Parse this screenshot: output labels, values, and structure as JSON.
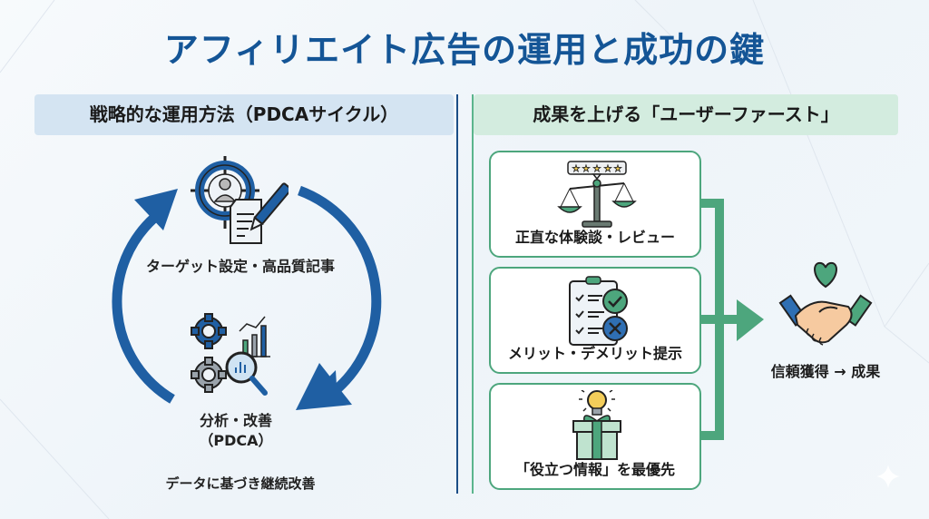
{
  "title": "アフィリエイト広告の運用と成功の鍵",
  "left_section": {
    "header": "戦略的な運用方法（PDCAサイクル）",
    "steps": [
      {
        "label": "ターゲット設定・高品質記事",
        "icon": "target-user-document-icon"
      },
      {
        "label_line1": "分析・改善",
        "label_line2": "（PDCA）",
        "icon": "gears-analytics-magnifier-icon"
      }
    ],
    "footer": "データに基づき継続改善",
    "colors": {
      "accent": "#1f5fa3",
      "header_bg": "#d4e4f2"
    }
  },
  "right_section": {
    "header": "成果を上げる「ユーザーファースト」",
    "cards": [
      {
        "label": "正直な体験談・レビュー",
        "icon": "scale-review-stars-icon",
        "stars": 5
      },
      {
        "label": "メリット・デメリット提示",
        "icon": "clipboard-check-cross-icon"
      },
      {
        "label": "「役立つ情報」を最優先",
        "icon": "lightbulb-gift-icon"
      }
    ],
    "result": {
      "label": "信頼獲得 → 成果",
      "icon": "handshake-heart-icon"
    },
    "colors": {
      "accent": "#4da67d",
      "header_bg": "#d3ecdf"
    }
  }
}
